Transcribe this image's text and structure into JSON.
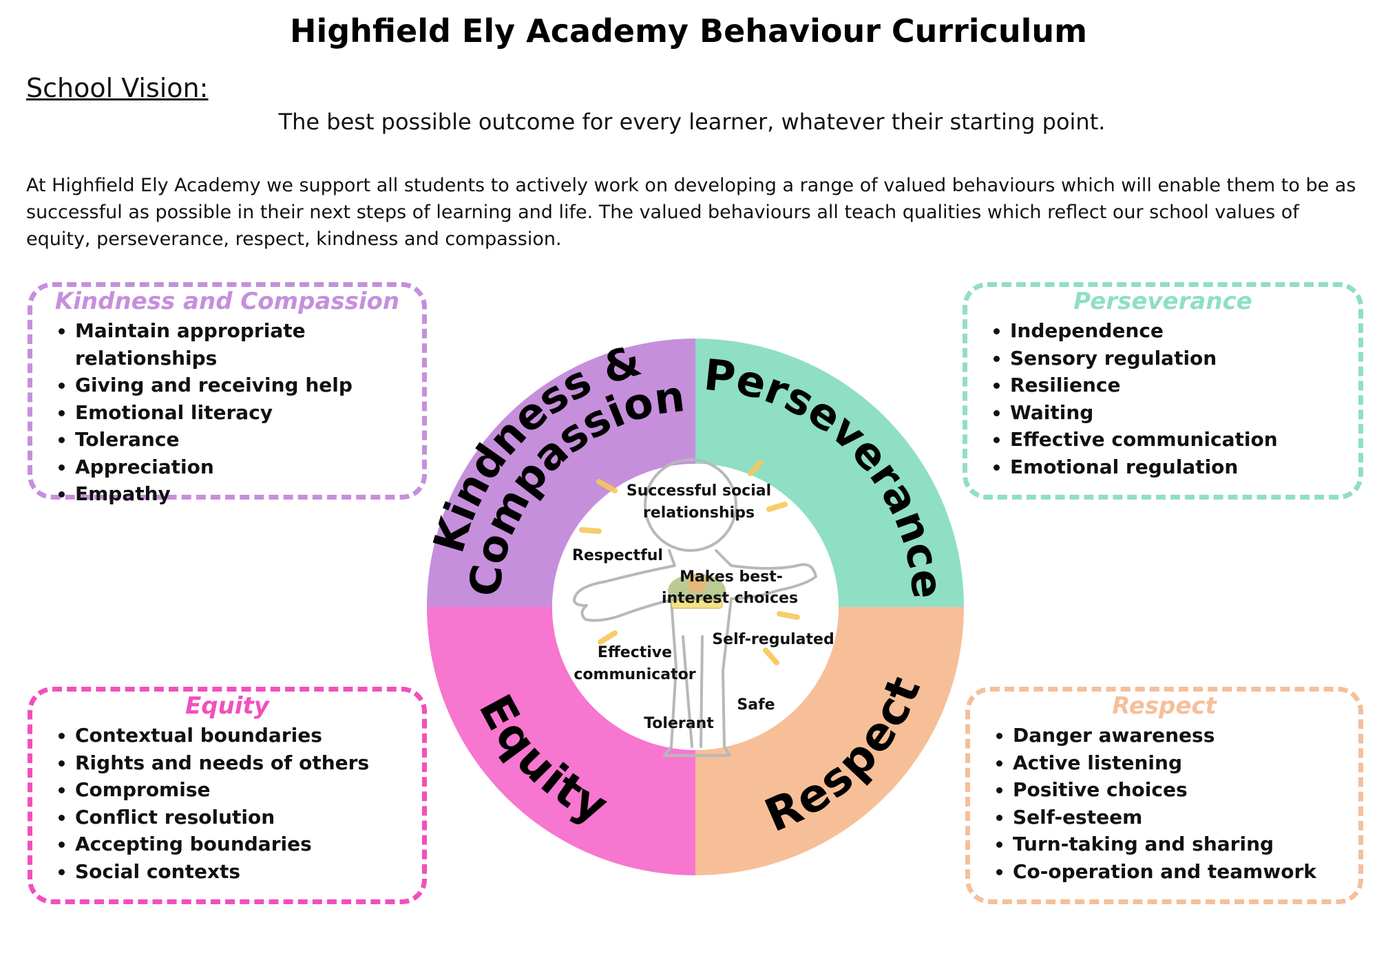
{
  "title": "Highfield Ely Academy Behaviour Curriculum",
  "vision": {
    "label": "School Vision: ",
    "text": "The best possible outcome for every learner, whatever their starting point."
  },
  "intro": "At Highfield Ely Academy we support all students to actively work on developing a range of valued behaviours which will enable them to be as successful as possible in their next steps of learning and life. The valued behaviours all teach qualities which reflect our school values of equity, perseverance, respect, kindness and compassion.",
  "colors": {
    "kindness": "#c68fdc",
    "perseverance": "#8fdfc4",
    "equity": "#f24fbd",
    "respect": "#f5bf9a",
    "wheel_equity": "#f776cf",
    "wheel_respect": "#f7bf98",
    "sparkle": "#f7c85a"
  },
  "boxes": {
    "kindness": {
      "heading": "Kindness and Compassion",
      "items": [
        "Maintain appropriate relationships",
        "Giving and receiving help",
        "Emotional literacy",
        "Tolerance",
        "Appreciation",
        "Empathy"
      ]
    },
    "perseverance": {
      "heading": "Perseverance",
      "items": [
        "Independence",
        "Sensory regulation",
        "Resilience",
        "Waiting",
        "Effective communication",
        "Emotional regulation"
      ]
    },
    "equity": {
      "heading": "Equity",
      "items": [
        "Contextual boundaries",
        "Rights and needs of others",
        "Compromise",
        "Conflict resolution",
        "Accepting boundaries",
        "Social contexts"
      ]
    },
    "respect": {
      "heading": "Respect",
      "items": [
        "Danger awareness",
        "Active listening",
        "Positive choices",
        "Self-esteem",
        "Turn-taking and sharing",
        "Co-operation and teamwork"
      ]
    }
  },
  "wheel": {
    "kindness_line1": "Kindness &",
    "kindness_line2": "Compassion",
    "perseverance": "Perseverance",
    "equity": "Equity",
    "respect": "Respect"
  },
  "centre": {
    "social_1": "Successful social",
    "social_2": "relationships",
    "respectful": "Respectful",
    "choices_1": "Makes best-",
    "choices_2": "interest choices",
    "self_regulated": "Self-regulated",
    "communicator_1": "Effective",
    "communicator_2": "communicator",
    "safe": "Safe",
    "tolerant": "Tolerant"
  }
}
